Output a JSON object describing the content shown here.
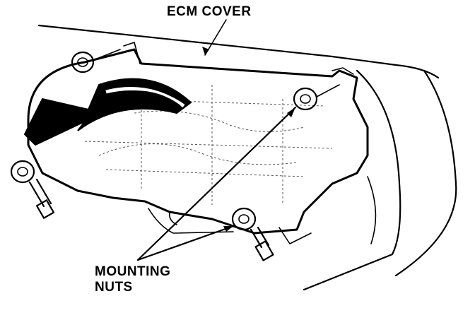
{
  "labels": {
    "ecm_cover": "ECM COVER",
    "mounting_nuts_line1": "MOUNTING",
    "mounting_nuts_line2": "NUTS"
  },
  "colors": {
    "ink": "#000000",
    "paper": "#ffffff"
  },
  "icons": [
    "nut-icon",
    "curved-arrow-icon",
    "stud-bolt-icon"
  ]
}
